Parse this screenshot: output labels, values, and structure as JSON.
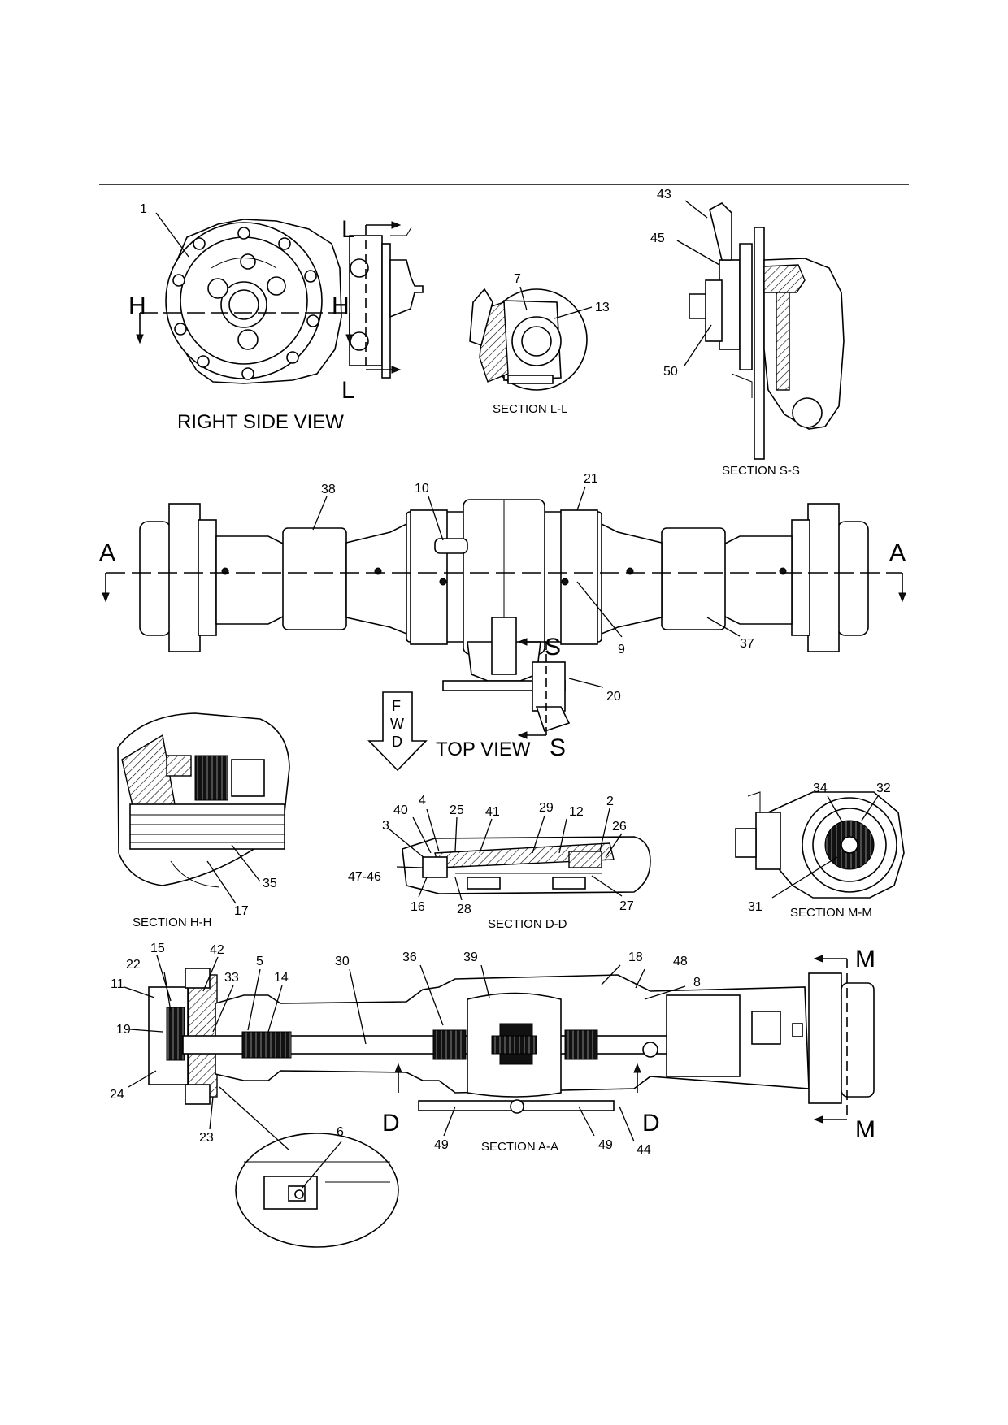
{
  "views": {
    "right_side_view": "RIGHT SIDE VIEW",
    "top_view": "TOP VIEW",
    "section_ll": "SECTION L-L",
    "section_ss": "SECTION S-S",
    "section_hh": "SECTION H-H",
    "section_dd": "SECTION D-D",
    "section_mm": "SECTION M-M",
    "section_aa": "SECTION A-A"
  },
  "section_letters": {
    "L": "L",
    "H": "H",
    "A": "A",
    "S": "S",
    "D": "D",
    "M": "M"
  },
  "fwd": [
    "F",
    "W",
    "D"
  ],
  "callouts": {
    "c1": "1",
    "c2": "2",
    "c3": "3",
    "c4": "4",
    "c5": "5",
    "c6": "6",
    "c7": "7",
    "c8": "8",
    "c9": "9",
    "c10": "10",
    "c11": "11",
    "c12": "12",
    "c13": "13",
    "c14": "14",
    "c15": "15",
    "c16": "16",
    "c17": "17",
    "c18": "18",
    "c19": "19",
    "c20": "20",
    "c21": "21",
    "c22": "22",
    "c23": "23",
    "c24": "24",
    "c25": "25",
    "c26": "26",
    "c27": "27",
    "c28": "28",
    "c29": "29",
    "c30": "30",
    "c31": "31",
    "c32": "32",
    "c33": "33",
    "c34": "34",
    "c35": "35",
    "c36": "36",
    "c37": "37",
    "c38": "38",
    "c39": "39",
    "c40": "40",
    "c41": "41",
    "c42": "42",
    "c43": "43",
    "c44": "44",
    "c45": "45",
    "c47_46": "47-46",
    "c48": "48",
    "c49a": "49",
    "c49b": "49",
    "c50": "50"
  }
}
